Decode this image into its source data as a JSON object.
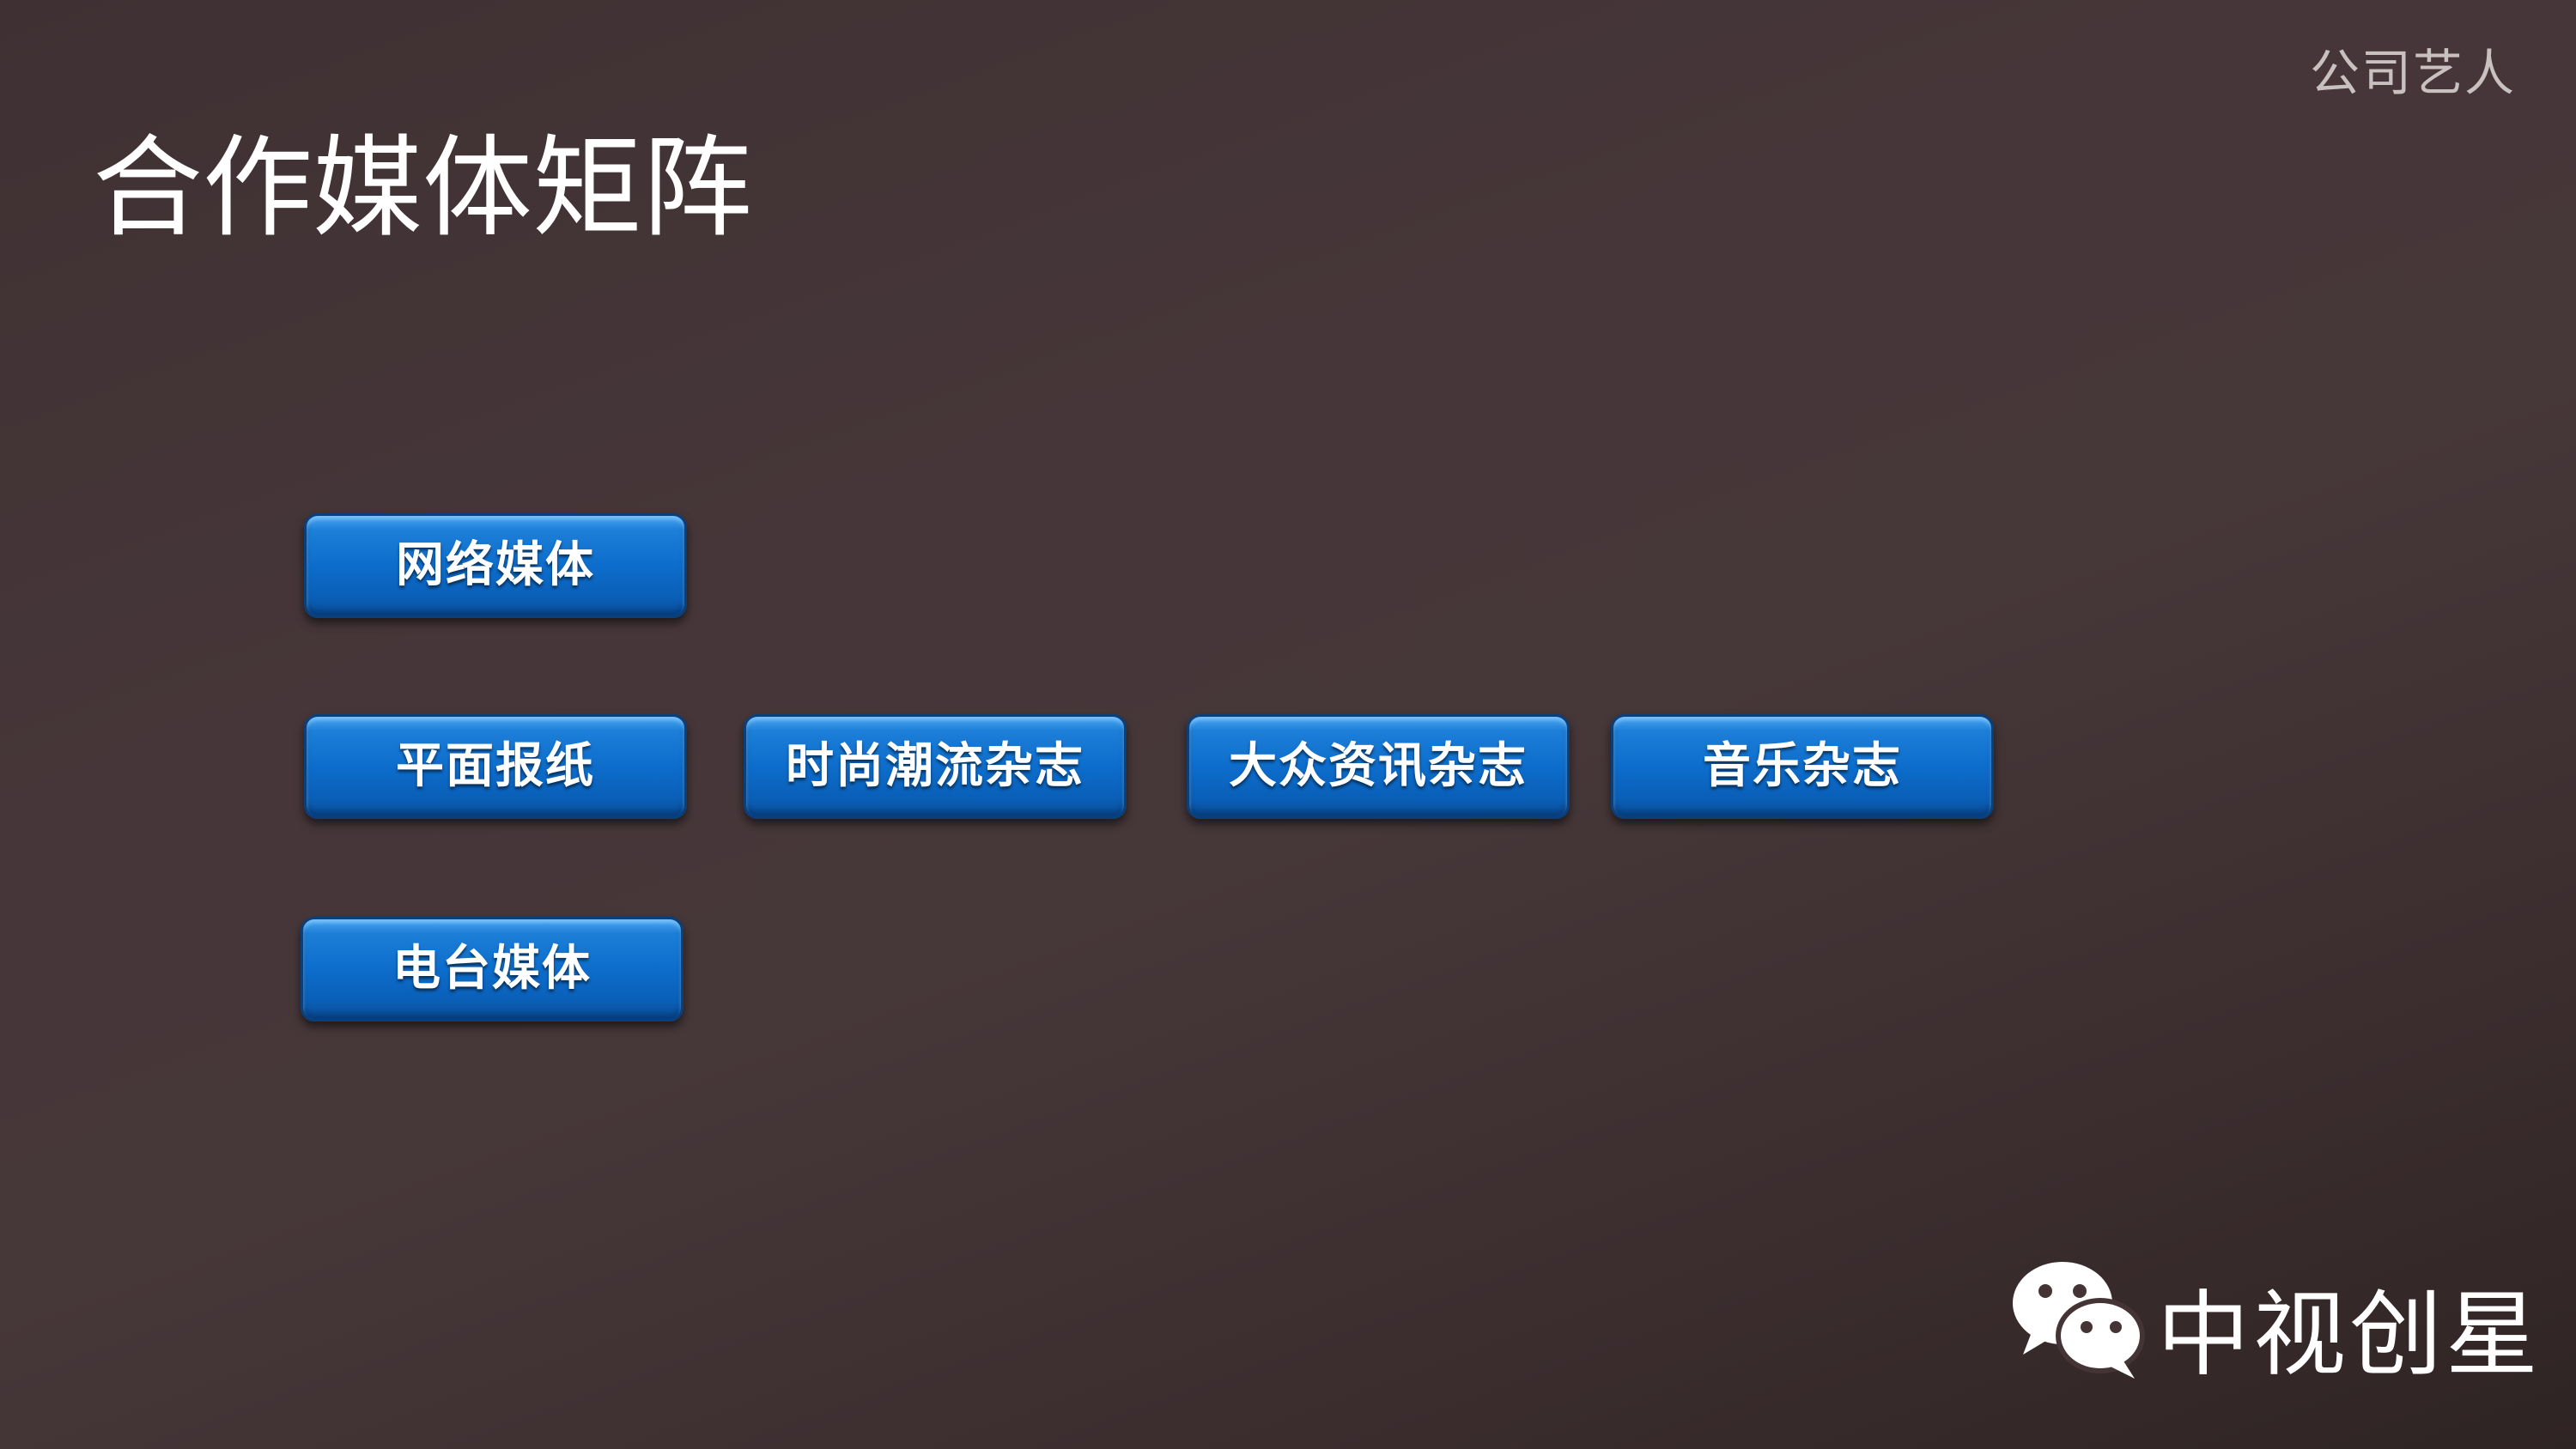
{
  "header": {
    "company_label": "公司艺人",
    "title": "合作媒体矩阵"
  },
  "media_buttons": [
    {
      "label": "网络媒体"
    },
    {
      "label": "平面报纸"
    },
    {
      "label": "时尚潮流杂志"
    },
    {
      "label": "大众资讯杂志"
    },
    {
      "label": "音乐杂志"
    },
    {
      "label": "电台媒体"
    }
  ],
  "brand": {
    "icon": "wechat-icon",
    "name": "中视创星"
  },
  "colors": {
    "background": "#443436",
    "button_blue": "#0d6dcc",
    "button_border": "#0b3f7a",
    "text": "#ffffff",
    "muted_text": "#c9c0c0"
  }
}
